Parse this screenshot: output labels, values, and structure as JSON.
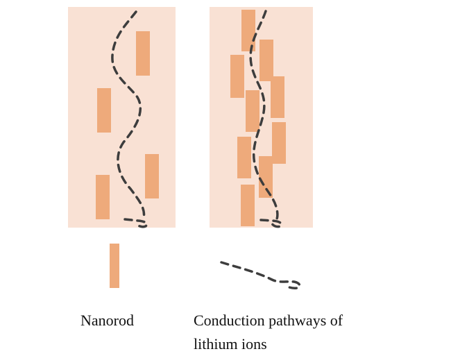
{
  "legend": {
    "nanorod_label": "Nanorod",
    "pathway_label_line1": "Conduction pathways of",
    "pathway_label_line2": "lithium ions"
  },
  "colors": {
    "electrode_bg": "#f9e1d4",
    "nanorod": "#eeaa7b",
    "pathway": "#3d3d3d"
  }
}
